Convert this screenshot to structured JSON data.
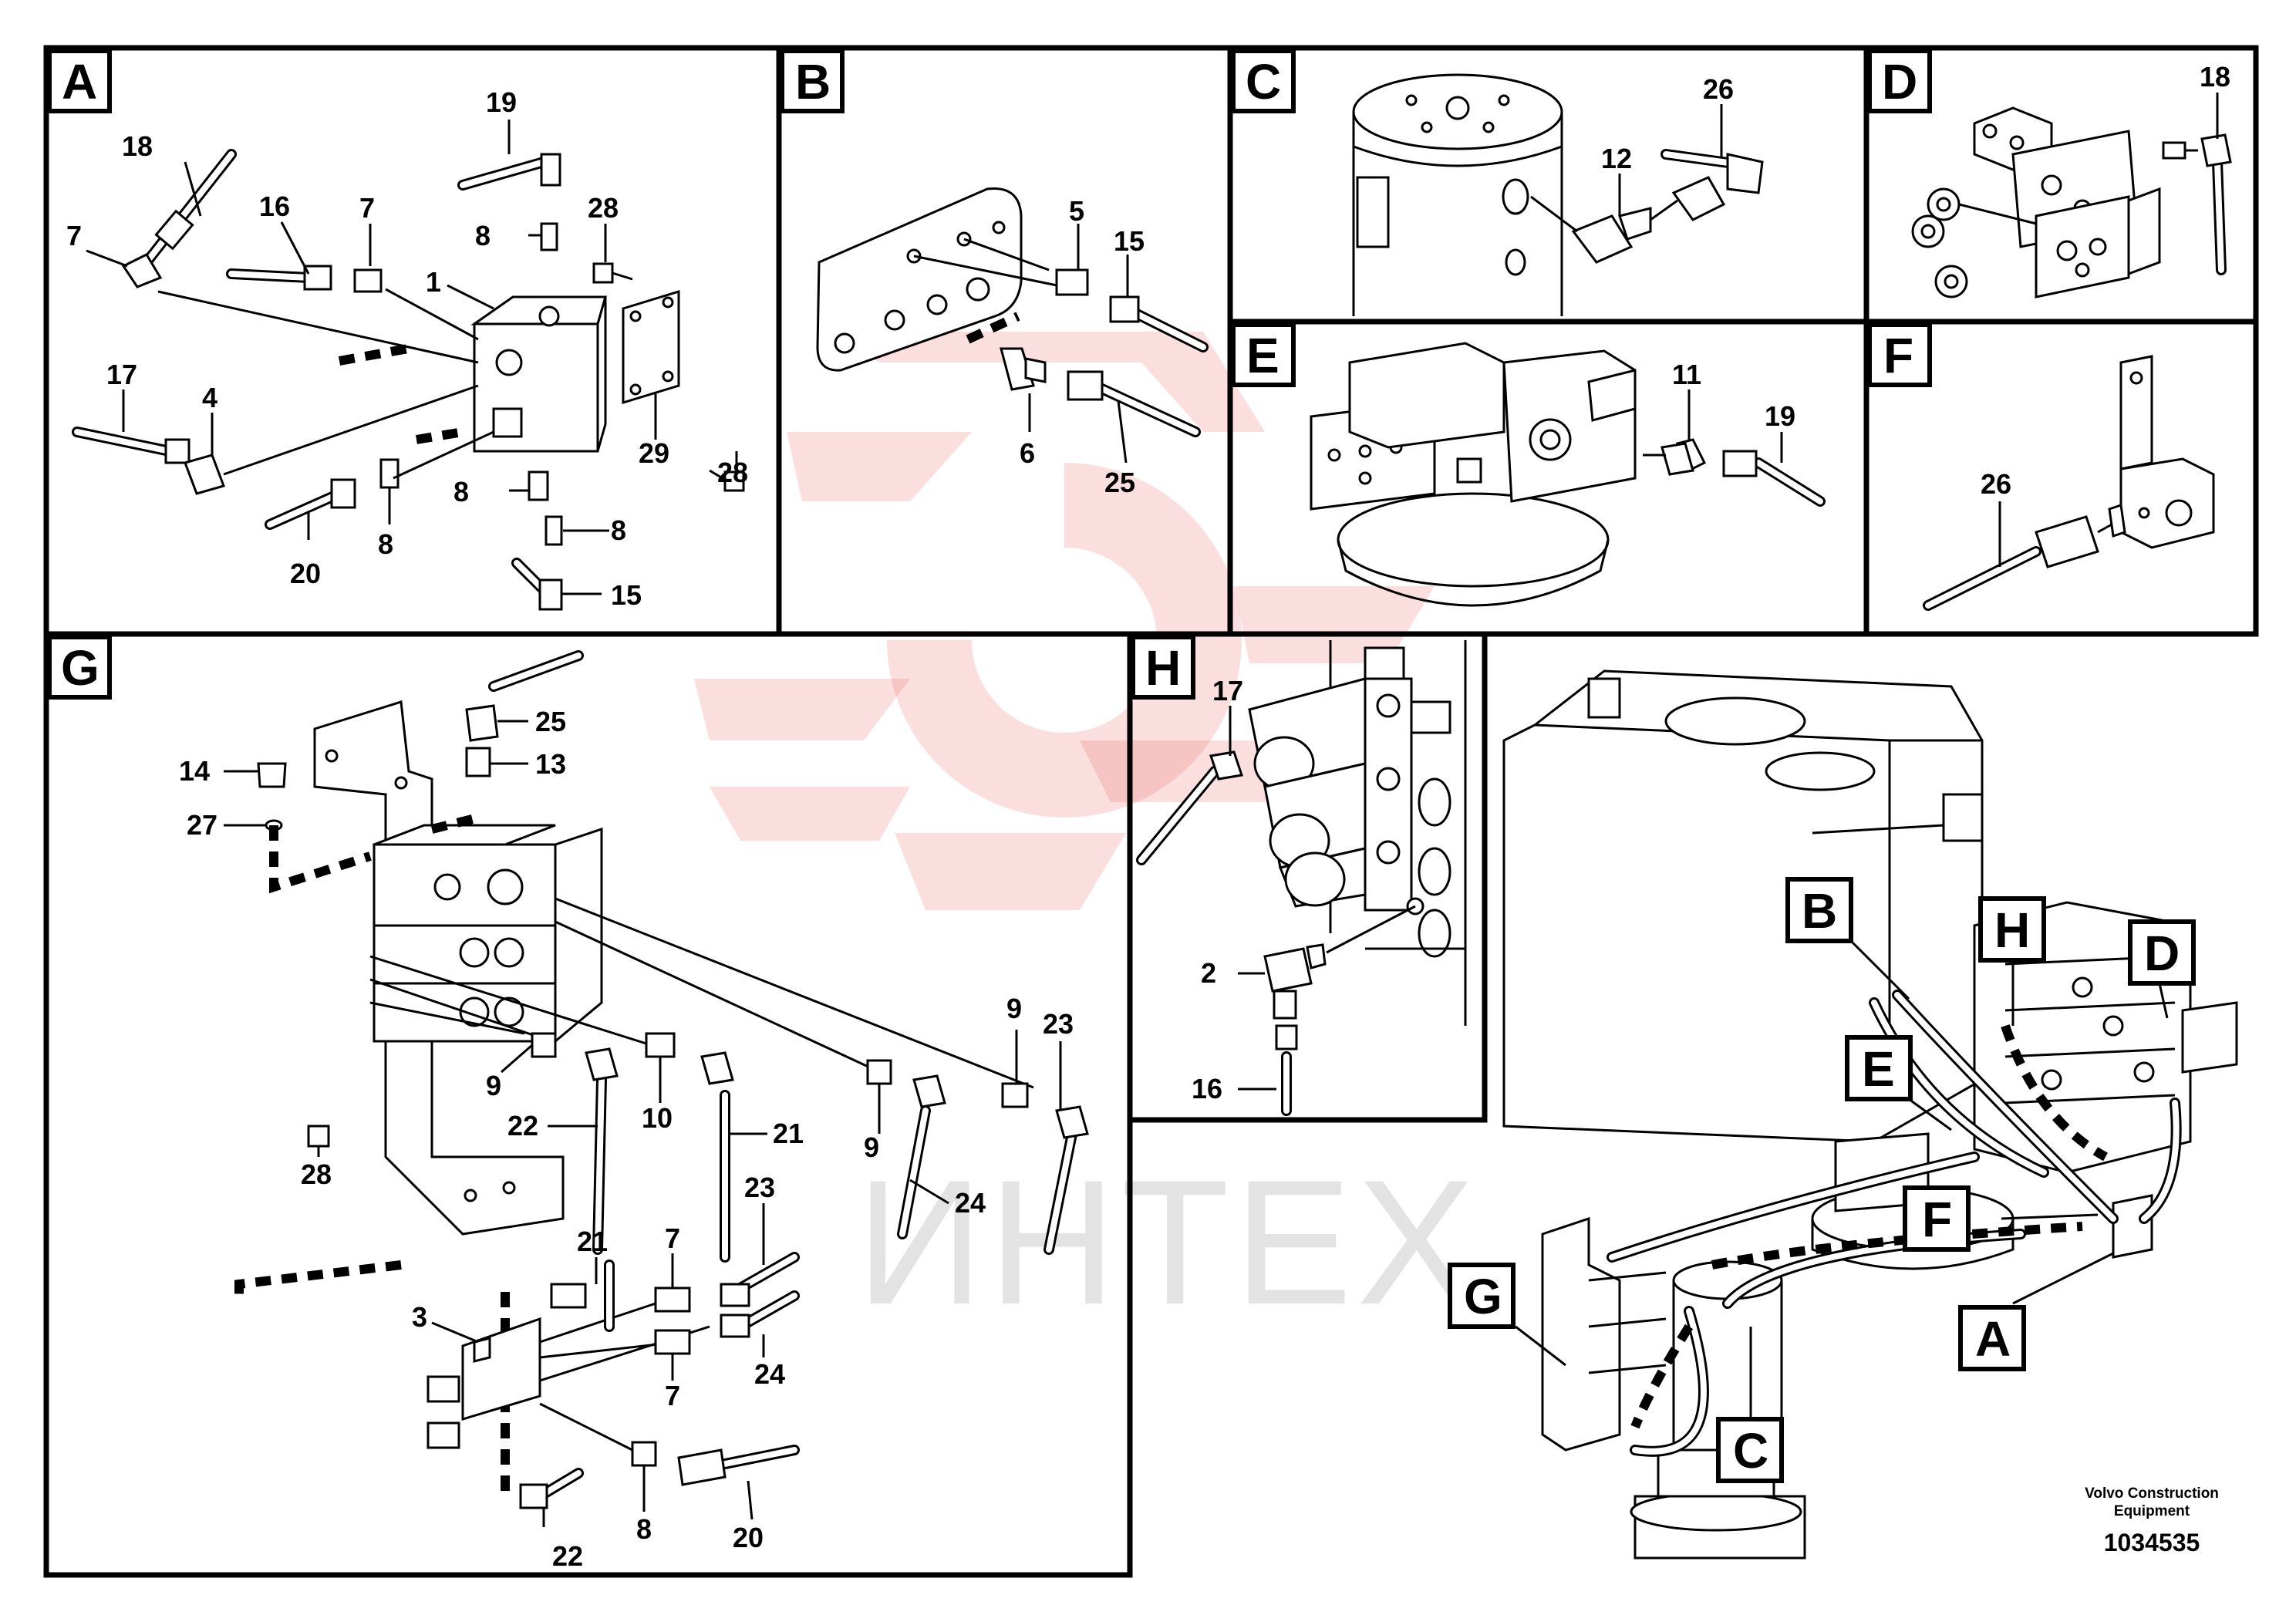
{
  "panels": [
    {
      "id": "A",
      "label": "A"
    },
    {
      "id": "B",
      "label": "B"
    },
    {
      "id": "C",
      "label": "C"
    },
    {
      "id": "D",
      "label": "D"
    },
    {
      "id": "E",
      "label": "E"
    },
    {
      "id": "F",
      "label": "F"
    },
    {
      "id": "G",
      "label": "G"
    },
    {
      "id": "H",
      "label": "H"
    }
  ],
  "overview_callouts": [
    "B",
    "H",
    "D",
    "E",
    "F",
    "G",
    "A",
    "C"
  ],
  "part_numbers": {
    "A": [
      "19",
      "18",
      "16",
      "7",
      "7",
      "28",
      "8",
      "1",
      "17",
      "4",
      "29",
      "28",
      "8",
      "8",
      "20",
      "8",
      "15"
    ],
    "B": [
      "5",
      "15",
      "6",
      "25"
    ],
    "C": [
      "26",
      "12"
    ],
    "D": [
      "18"
    ],
    "E": [
      "11",
      "19"
    ],
    "F": [
      "26"
    ],
    "G": [
      "25",
      "13",
      "14",
      "27",
      "9",
      "23",
      "9",
      "22",
      "10",
      "21",
      "9",
      "24",
      "28",
      "21",
      "23",
      "7",
      "3",
      "24",
      "7",
      "8",
      "20",
      "22"
    ],
    "H": [
      "17",
      "2",
      "16"
    ]
  },
  "watermark": "ИНТЕХ",
  "footer": {
    "company_line1": "Volvo Construction",
    "company_line2": "Equipment",
    "drawing_number": "1034535"
  }
}
